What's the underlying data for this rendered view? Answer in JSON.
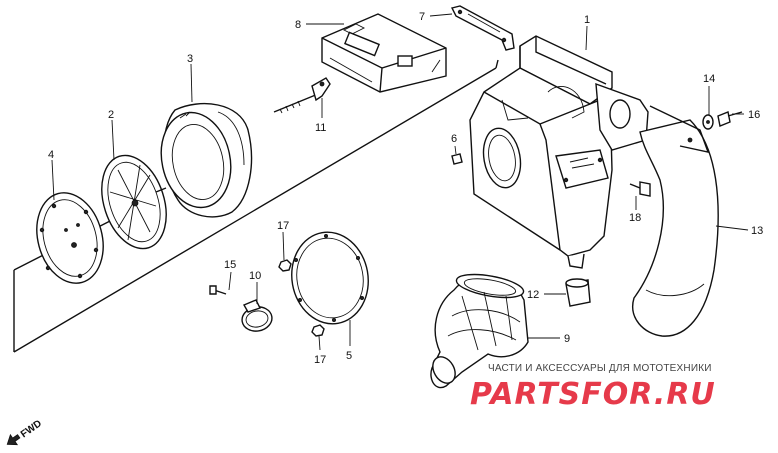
{
  "diagram": {
    "callouts": [
      {
        "key": "p1",
        "label": "1"
      },
      {
        "key": "p2",
        "label": "2"
      },
      {
        "key": "p3",
        "label": "3"
      },
      {
        "key": "p4",
        "label": "4"
      },
      {
        "key": "p5",
        "label": "5"
      },
      {
        "key": "p6",
        "label": "6"
      },
      {
        "key": "p7",
        "label": "7"
      },
      {
        "key": "p8",
        "label": "8"
      },
      {
        "key": "p9",
        "label": "9"
      },
      {
        "key": "p10",
        "label": "10"
      },
      {
        "key": "p11",
        "label": "11"
      },
      {
        "key": "p12",
        "label": "12"
      },
      {
        "key": "p13",
        "label": "13"
      },
      {
        "key": "p14",
        "label": "14"
      },
      {
        "key": "p15",
        "label": "15"
      },
      {
        "key": "p16",
        "label": "16"
      },
      {
        "key": "p17a",
        "label": "17"
      },
      {
        "key": "p17b",
        "label": "17"
      },
      {
        "key": "p18",
        "label": "18"
      }
    ],
    "fwd_label": "FWD"
  },
  "watermark": {
    "caption": "ЧАСТИ И АКСЕССУАРЫ ДЛЯ МОТОТЕХНИКИ",
    "logo": "PARTSFOR.RU"
  },
  "colors": {
    "line": "#111111",
    "watermark_logo": "#e63a4a",
    "watermark_caption": "#444444",
    "background": "#ffffff"
  }
}
